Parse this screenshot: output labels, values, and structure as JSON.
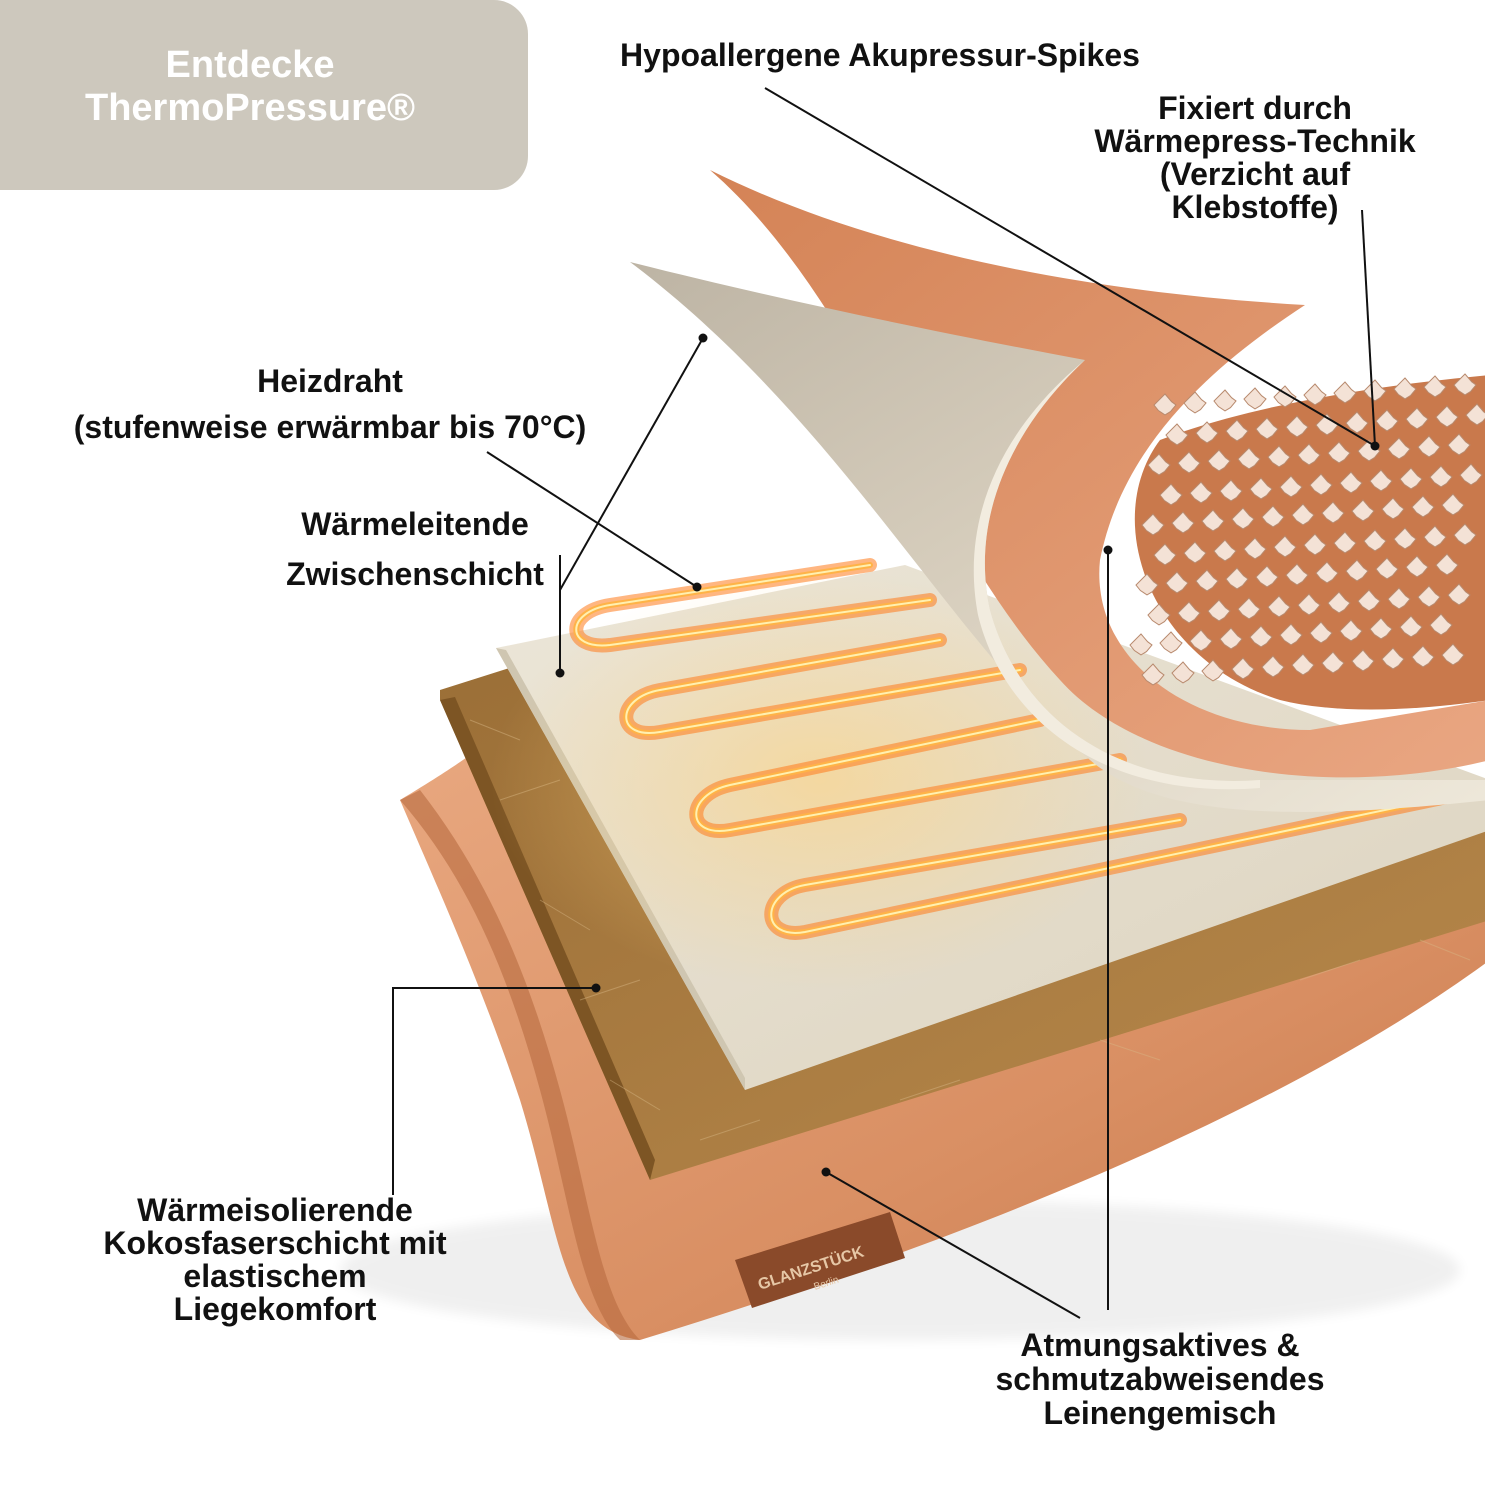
{
  "badge": {
    "line1": "Entdecke",
    "line2": "ThermoPressure®"
  },
  "labels": {
    "spikes": "Hypoallergene Akupressur-Spikes",
    "fixiert": [
      "Fixiert durch",
      "Wärmepress-Technik",
      "(Verzicht auf",
      "Klebstoffe)"
    ],
    "heizdraht": [
      "Heizdraht",
      "(stufenweise erwärmbar bis 70°C)"
    ],
    "zwischenschicht": [
      "Wärmeleitende",
      "Zwischenschicht"
    ],
    "kokos": [
      "Wärmeisolierende",
      "Kokosfaserschicht mit",
      "elastischem",
      "Liegekomfort"
    ],
    "leinen": [
      "Atmungsaktives &",
      "schmutzabweisendes",
      "Leinengemisch"
    ]
  },
  "tag": {
    "brand": "GLANZSTÜCK",
    "city": "Berlin"
  },
  "colors": {
    "badge": "#cdc8bd",
    "linen": "#d9916a",
    "coconut": "#a57a40",
    "interlayer": "#e6dfcf",
    "heating_wire": "#ff6a1a",
    "spike": "#f4e2d6"
  }
}
